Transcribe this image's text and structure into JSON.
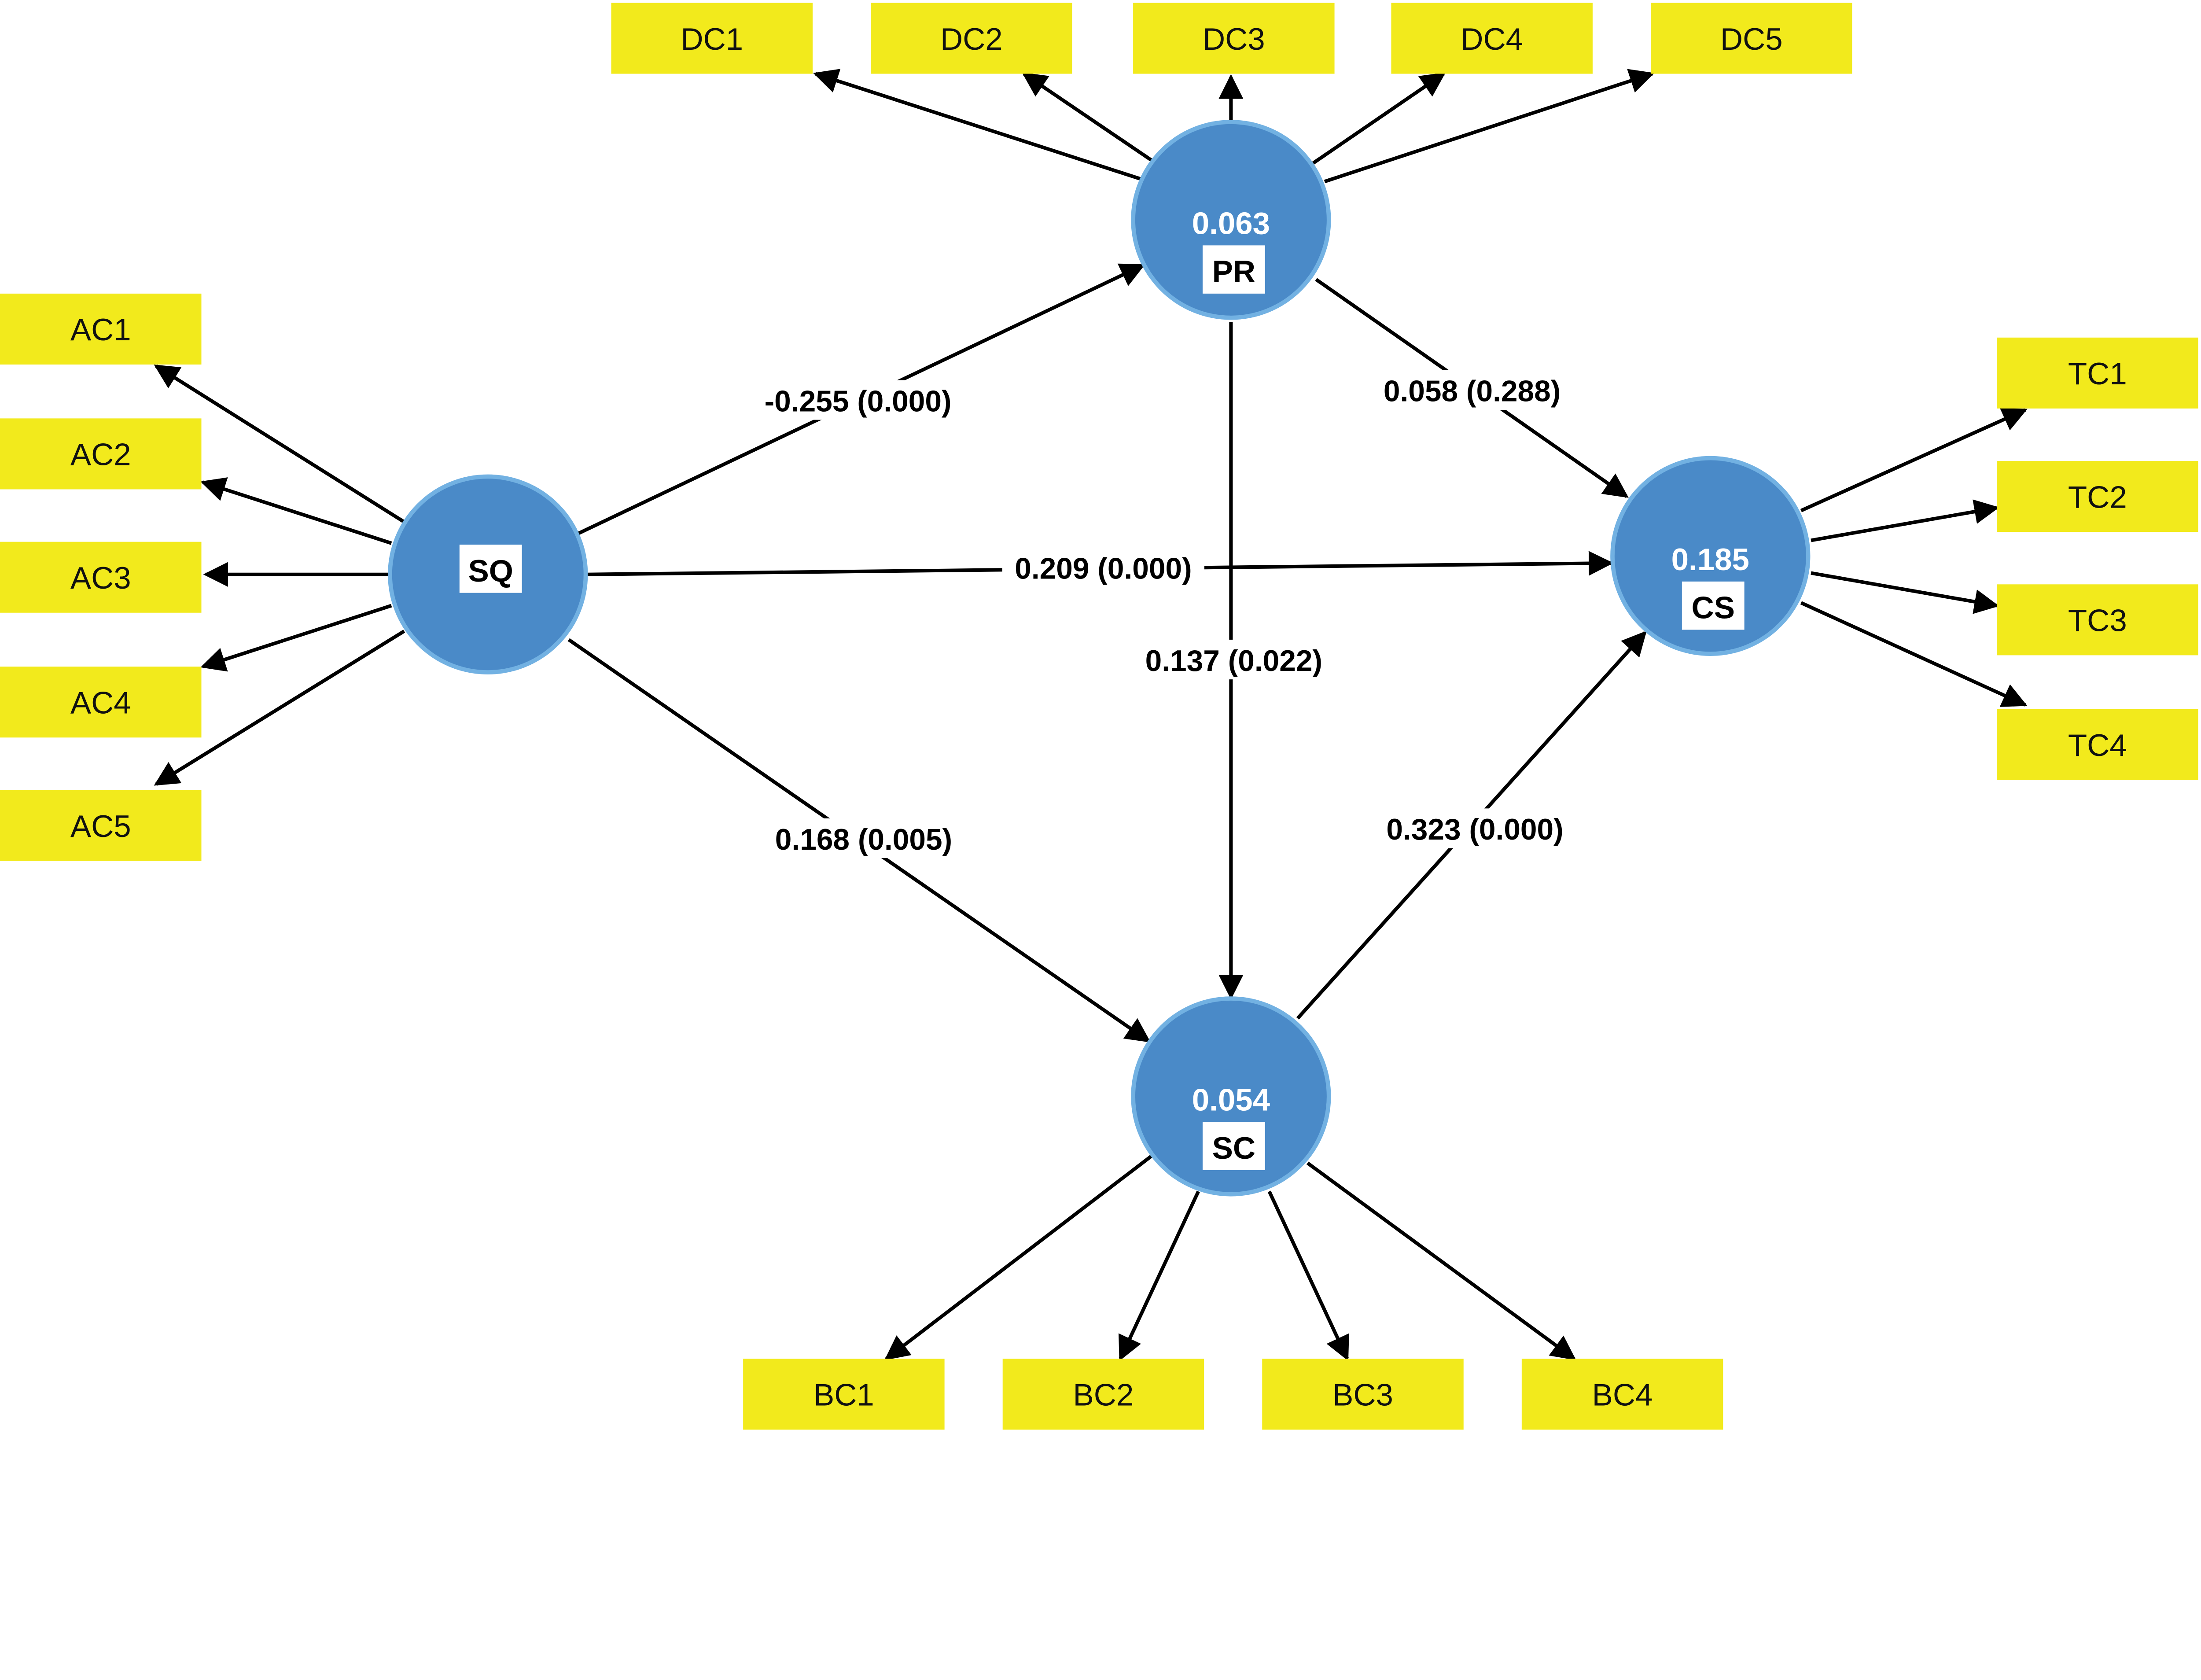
{
  "colors": {
    "construct_fill": "#4A8AC8",
    "construct_stroke": "#72B1E2",
    "indicator_fill": "#F2EA1C",
    "arrow": "#000000"
  },
  "constructs": [
    {
      "id": "SQ",
      "name": "SQ",
      "r2": ""
    },
    {
      "id": "PR",
      "name": "PR",
      "r2": "0.063"
    },
    {
      "id": "CS",
      "name": "CS",
      "r2": "0.185"
    },
    {
      "id": "SC",
      "name": "SC",
      "r2": "0.054"
    }
  ],
  "indicators": {
    "SQ": [
      "AC1",
      "AC2",
      "AC3",
      "AC4",
      "AC5"
    ],
    "PR": [
      "DC1",
      "DC2",
      "DC3",
      "DC4",
      "DC5"
    ],
    "CS": [
      "TC1",
      "TC2",
      "TC3",
      "TC4"
    ],
    "SC": [
      "BC1",
      "BC2",
      "BC3",
      "BC4"
    ]
  },
  "paths": [
    {
      "from": "SQ",
      "to": "PR",
      "label": "-0.255 (0.000)"
    },
    {
      "from": "PR",
      "to": "CS",
      "label": "0.058 (0.288)"
    },
    {
      "from": "SQ",
      "to": "CS",
      "label": "0.209 (0.000)"
    },
    {
      "from": "PR",
      "to": "SC",
      "label": "0.137 (0.022)"
    },
    {
      "from": "SQ",
      "to": "SC",
      "label": "0.168 (0.005)"
    },
    {
      "from": "SC",
      "to": "CS",
      "label": "0.323 (0.000)"
    }
  ]
}
